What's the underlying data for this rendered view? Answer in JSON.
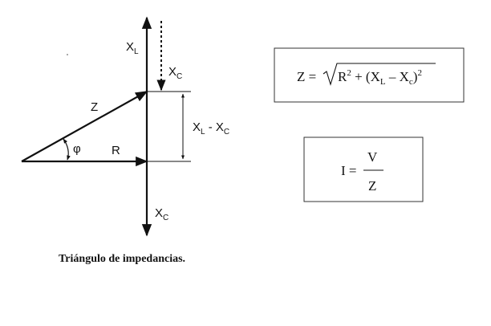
{
  "diagram": {
    "labels": {
      "xl_letter": "X",
      "xl_sub": "L",
      "xc_top_letter": "X",
      "xc_top_sub": "C",
      "z": "Z",
      "phi": "φ",
      "r": "R",
      "diff_x1": "X",
      "diff_l": "L",
      "diff_mid": " - X",
      "diff_c": "C",
      "xc_bottom_letter": "X",
      "xc_bottom_sub": "C"
    },
    "caption": "Triángulo de impedancias."
  },
  "formulas": {
    "impedance": {
      "lhs": "Z = ",
      "r": "R",
      "r_exp": "2",
      "mid": " + (X",
      "l_sub": "L",
      "minus": " – X",
      "c_sub": "c",
      "close": ")",
      "exp": "2"
    },
    "current": {
      "lhs": "I = ",
      "numerator": "V",
      "denominator": "Z"
    }
  }
}
